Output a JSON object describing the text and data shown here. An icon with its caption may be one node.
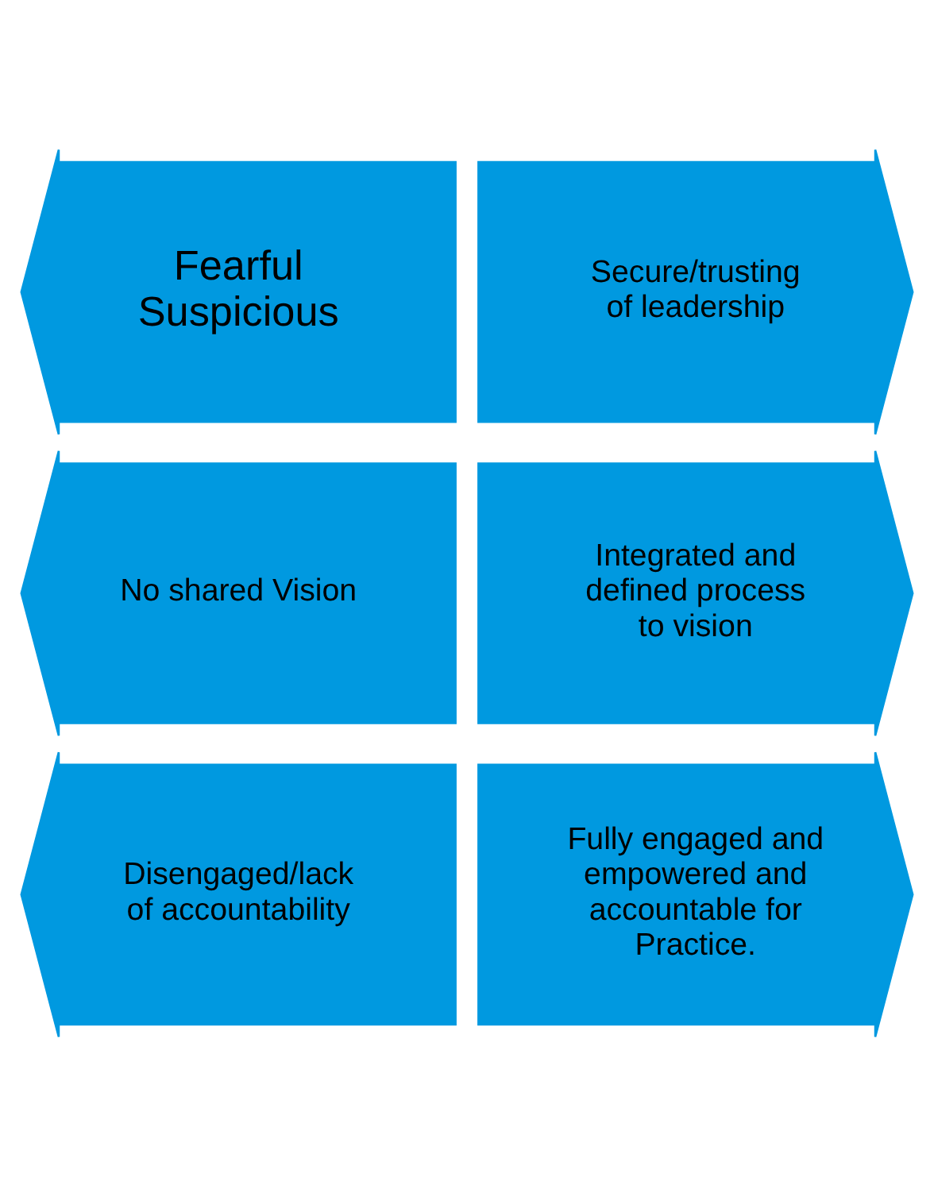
{
  "diagram": {
    "nodes": [
      {
        "text": [
          "Fearful Suspicious"
        ]
      },
      {
        "text": [
          "Secure/trusting of leadership"
        ]
      },
      {
        "text": [
          "No shared Vision"
        ]
      },
      {
        "text": [
          "Integrated and defined process to vision"
        ]
      },
      {
        "text": [
          "Disengaged/lack of accountability"
        ]
      },
      {
        "text": [
          "Fully engaged and empowered and accountable for Practice."
        ]
      }
    ],
    "edges": []
  }
}
